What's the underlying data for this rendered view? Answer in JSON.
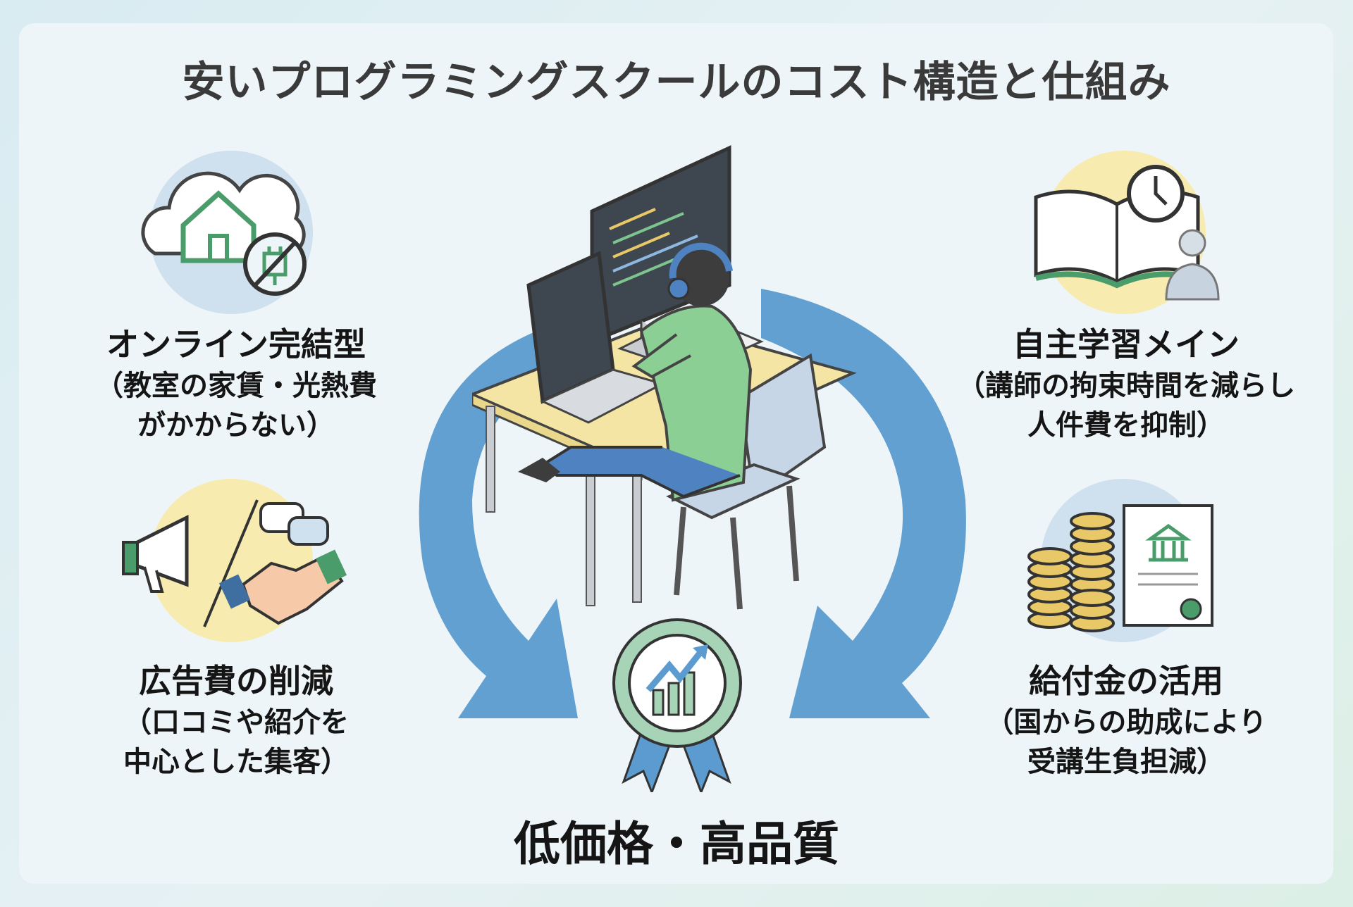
{
  "title": "安いプログラミングスクールのコスト構造と仕組み",
  "factors": [
    {
      "heading": "オンライン完結型",
      "lines": [
        "（教室の家賃・光熱費",
        "がかからない）"
      ],
      "icon": "cloud-house-no-plug-icon"
    },
    {
      "heading": "自主学習メイン",
      "lines": [
        "（講師の拘束時間を減らし",
        "人件費を抑制）"
      ],
      "icon": "book-clock-instructor-icon"
    },
    {
      "heading": "広告費の削減",
      "lines": [
        "（口コミや紹介を",
        "中心とした集客）"
      ],
      "icon": "megaphone-handshake-icon"
    },
    {
      "heading": "給付金の活用",
      "lines": [
        "（国からの助成により",
        "受講生負担減）"
      ],
      "icon": "coins-certificate-icon"
    }
  ],
  "result": "低価格・高品質",
  "colors": {
    "arrow": "#5b9bd0",
    "green": "#a7d4b6",
    "yellow": "#f7ebb0",
    "blue_circle": "#cfe0ee",
    "text": "#151515"
  }
}
